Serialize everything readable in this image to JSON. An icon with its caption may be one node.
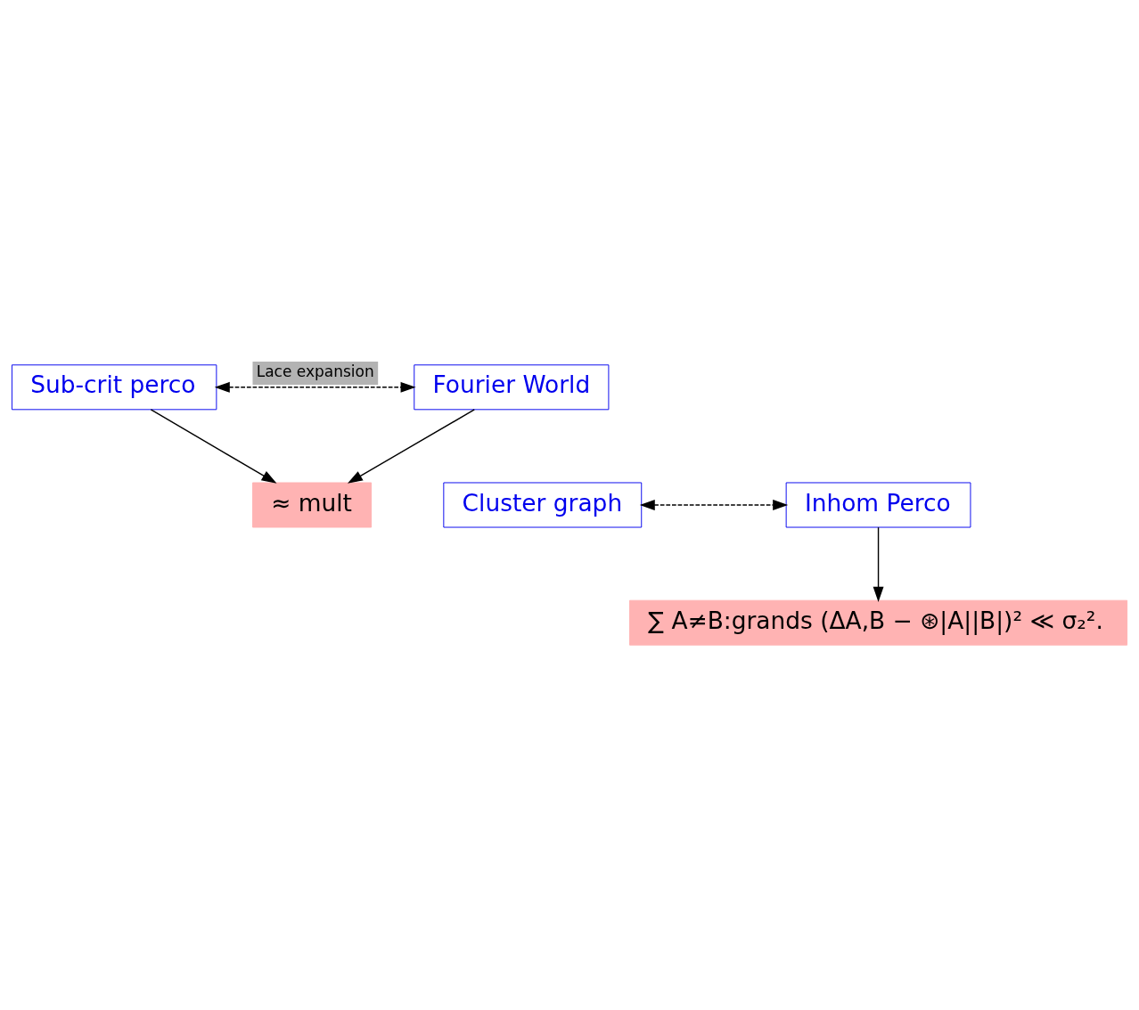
{
  "diagram": {
    "nodes": [
      {
        "text": [
          "Sub-crit perco"
        ]
      },
      {
        "text": [
          "Fourier World"
        ]
      },
      {
        "text": [
          "≈ mult"
        ]
      },
      {
        "text": [
          "Cluster graph"
        ]
      },
      {
        "text": [
          "Inhom Perco"
        ]
      },
      {
        "text": [
          "∑ A≠B:grands (ΔA,B − ⊛|A||B|)² ≪ σ₂²."
        ]
      }
    ],
    "edges": [
      {
        "from": 0,
        "to": 1,
        "arrow": "both",
        "style": "dashed",
        "label": "Lace expansion"
      },
      {
        "from": 0,
        "to": 2,
        "arrow": "to"
      },
      {
        "from": 1,
        "to": 2,
        "arrow": "to"
      },
      {
        "from": 3,
        "to": 4,
        "arrow": "both",
        "style": "dashed"
      },
      {
        "from": 4,
        "to": 5,
        "arrow": "to"
      }
    ]
  }
}
